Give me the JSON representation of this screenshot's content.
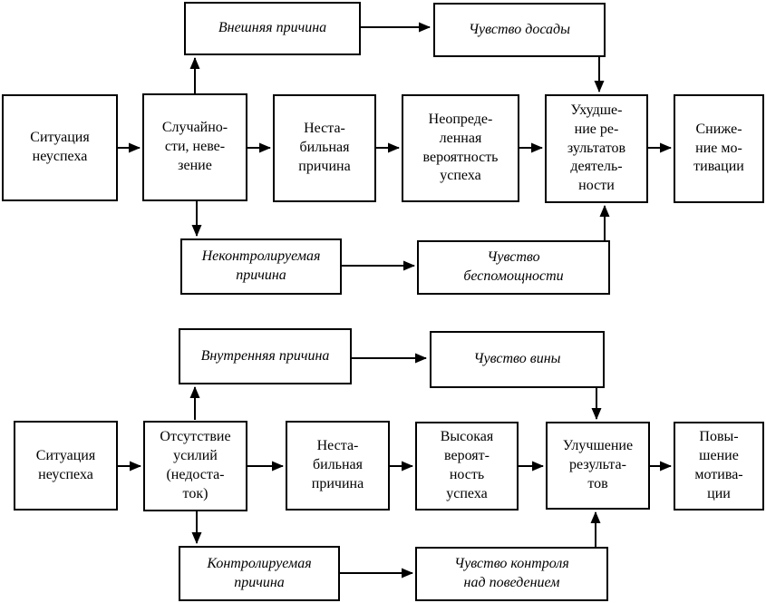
{
  "colors": {
    "background": "#ffffff",
    "box_border": "#000000",
    "text": "#000000",
    "arrow": "#000000"
  },
  "diagram_top": {
    "boxes": {
      "external_cause": "Внешняя причина",
      "annoyance": "Чувство досады",
      "failure_situation": "Ситуация\nнеуспеха",
      "chance_bad_luck": "Случайно-\nсти, неве-\nзение",
      "unstable_cause": "Неста-\nбильная\nпричина",
      "uncertain_probability": "Неопреде-\nленная\nвероятность\nуспеха",
      "worse_results": "Ухудше-\nние ре-\nзультатов\nдеятель-\nности",
      "lower_motivation": "Сниже-\nние мо-\nтивации",
      "uncontrollable_cause": "Неконтролируемая\nпричина",
      "helplessness": "Чувство\nбеспомощности"
    }
  },
  "diagram_bottom": {
    "boxes": {
      "internal_cause": "Внутренняя причина",
      "guilt": "Чувство вины",
      "failure_situation": "Ситуация\nнеуспеха",
      "lack_of_effort": "Отсутствие\nусилий\n(недоста-\nток)",
      "unstable_cause": "Неста-\nбильная\nпричина",
      "high_probability": "Высокая\nвероят-\nность\nуспеха",
      "better_results": "Улучшение\nрезульта-\nтов",
      "higher_motivation": "Повы-\nшение\nмотива-\nции",
      "controllable_cause": "Контролируемая\nпричина",
      "control_feeling": "Чувство контроля\nнад поведением"
    }
  }
}
